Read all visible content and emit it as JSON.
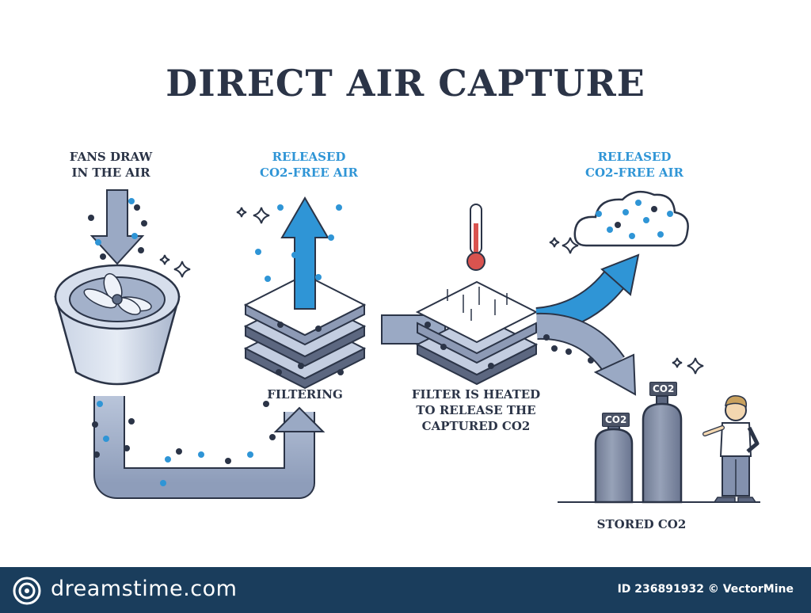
{
  "title": "DIRECT AIR CAPTURE",
  "labels": {
    "fans": [
      "FANS DRAW",
      "IN THE AIR"
    ],
    "released_1": [
      "RELEASED",
      "CO2-FREE AIR"
    ],
    "released_2": [
      "RELEASED",
      "CO2-FREE AIR"
    ],
    "filtering": "FILTERING",
    "heated": [
      "FILTER IS HEATED",
      "TO RELEASE THE",
      "CAPTURED CO2"
    ],
    "stored": "STORED CO2"
  },
  "tank_labels": {
    "large": "CO2",
    "small": "CO2"
  },
  "colors": {
    "ink": "#2b3447",
    "accent_blue": "#2f95d6",
    "pipe_gray": "#9aa9c4",
    "tank_gray": "#7f8aa0",
    "footer": "#1a3d5c"
  },
  "icons": [
    "fan-icon",
    "thermometer-icon",
    "cloud-icon",
    "sparkle-icon",
    "person-icon",
    "gas-tank-icon"
  ],
  "footer": {
    "brand": "dreamstime.com",
    "meta": "ID 236891932 © VectorMine"
  }
}
